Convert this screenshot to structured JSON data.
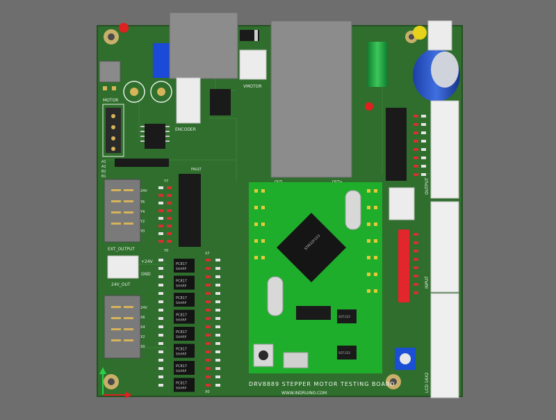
{
  "board": {
    "title": "DRV8889 STEPPER MOTOR TESTING BOARD",
    "url": "WWW.INDRUINO.COM",
    "colors": {
      "pcb": "#2f6e2c",
      "pcb_edge": "#234f21",
      "module": "#1fae2c",
      "background": "#6e6e6e",
      "silk": "#e8f0e8"
    }
  },
  "labels": {
    "motor": "MOTOR",
    "encoder": "ENCODER",
    "vmotor": "VMOTOR",
    "fault": "FAULT",
    "ext_output": "EXT_OUTPUT",
    "v24_out": "24V_OUT",
    "plus24v": "+24V",
    "gnd": "GND",
    "output": "OUTPUT",
    "input": "INPUT",
    "lcd": "LCD 16X2",
    "out_minus": "OUT-",
    "out_plus": "OUT+",
    "y7": "Y7",
    "y0": "Y0",
    "x7": "X7",
    "x0": "X0",
    "v24": "24V",
    "motor_pins": [
      "A1",
      "A2",
      "B2",
      "B1"
    ],
    "ext_pins": [
      "24V",
      "Y6",
      "Y4",
      "Y2",
      "Y0"
    ],
    "in_pins": [
      "24V",
      "X6",
      "X4",
      "X2",
      "X0"
    ],
    "ic_sot": "SOT-223",
    "mcu": "STM32F103"
  },
  "optocouplers": {
    "brand": "SHARP",
    "part": "PC817",
    "count": 8
  }
}
